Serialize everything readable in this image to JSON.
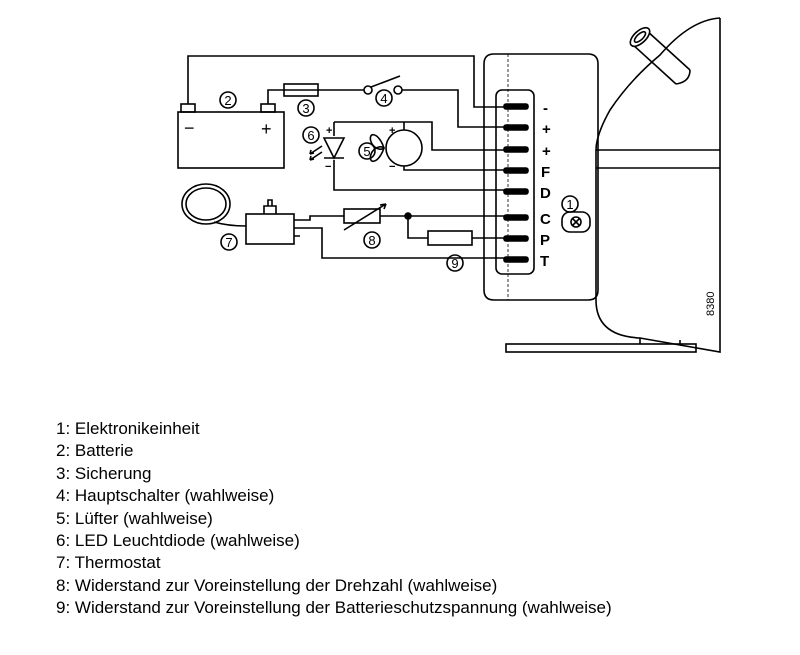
{
  "diagram": {
    "terminals": [
      "-",
      "+",
      "+",
      "F",
      "D",
      "C",
      "P",
      "T"
    ],
    "callouts": [
      "1",
      "2",
      "3",
      "4",
      "5",
      "6",
      "7",
      "8",
      "9"
    ],
    "battery_signs": {
      "minus": "−",
      "plus": "+"
    },
    "fan_signs": {
      "plus": "+",
      "minus": "−"
    },
    "led_signs": {
      "plus": "+",
      "minus": "−"
    },
    "drawing_code": "8380"
  },
  "legend": [
    "1: Elektronikeinheit",
    "2: Batterie",
    "3: Sicherung",
    "4: Hauptschalter (wahlweise)",
    "5: Lüfter (wahlweise)",
    "6: LED Leuchtdiode (wahlweise)",
    "7: Thermostat",
    "8: Widerstand zur Voreinstellung der Drehzahl (wahlweise)",
    "9: Widerstand zur Voreinstellung der Batterieschutzspannung (wahlweise)"
  ]
}
